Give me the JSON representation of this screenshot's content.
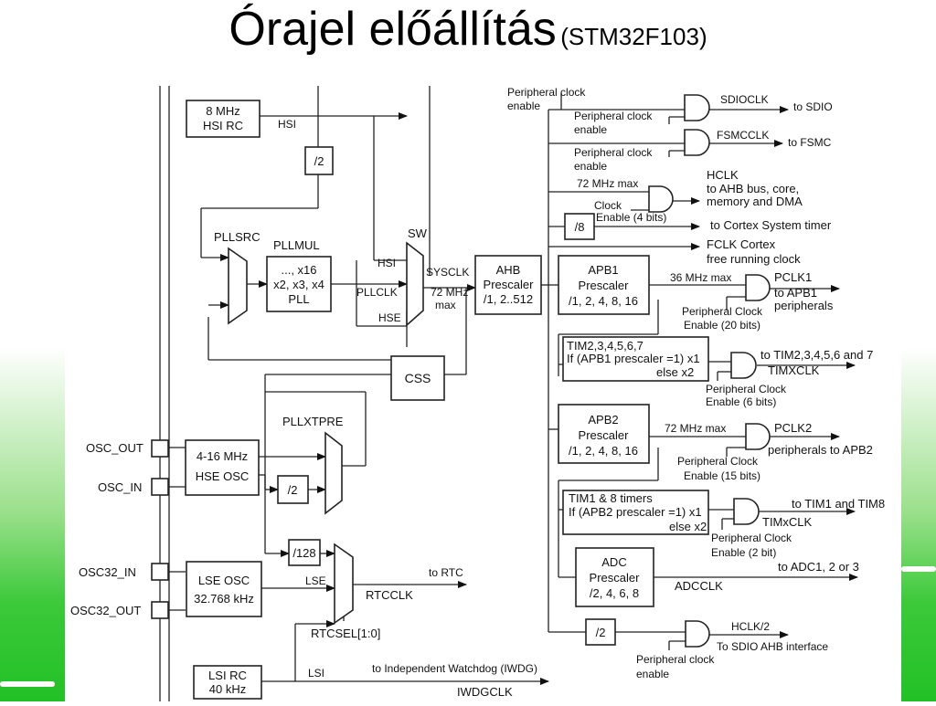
{
  "title": {
    "main": "Órajel előállítás",
    "sub": "(STM32F103)"
  },
  "diagram": {
    "hsi_rc": [
      "8 MHz",
      "HSI RC"
    ],
    "hsi_label": "HSI",
    "div2": "/2",
    "pllsrc": "PLLSRC",
    "pllmul_title": "PLLMUL",
    "pll_box": [
      "..., x16",
      "x2, x3, x4",
      "PLL"
    ],
    "sw": "SW",
    "mux_hsi": "HSI",
    "mux_pllclk": "PLLCLK",
    "mux_hse": "HSE",
    "sysclk": "SYSCLK",
    "sysclk_max": [
      "72 MHz",
      "max"
    ],
    "ahb_prescaler": [
      "AHB",
      "Prescaler",
      "/1, 2..512"
    ],
    "css": "CSS",
    "pllxtpre": "PLLXTPRE",
    "osc_out": "OSC_OUT",
    "osc_in": "OSC_IN",
    "hse_osc": [
      "4-16 MHz",
      "HSE OSC"
    ],
    "div128": "/128",
    "osc32_in": "OSC32_IN",
    "osc32_out": "OSC32_OUT",
    "lse_osc": [
      "LSE OSC",
      "32.768 kHz"
    ],
    "lse_label": "LSE",
    "to_rtc": "to RTC",
    "rtcclk": "RTCCLK",
    "rtcsel": "RTCSEL[1:0]",
    "lsi_rc": [
      "LSI RC",
      "40 kHz"
    ],
    "lsi_label": "LSI",
    "to_iwdg": "to Independent Watchdog (IWDG)",
    "iwdgclk": "IWDGCLK",
    "periph_enable_top": [
      "Peripheral clock",
      "enable"
    ],
    "periph_enable_sdio": [
      "Peripheral clock",
      "enable"
    ],
    "sdioclk": "SDIOCLK",
    "to_sdio": "to SDIO",
    "periph_enable_fsmc": [
      "Peripheral clock",
      "enable"
    ],
    "fsmcclk": "FSMCCLK",
    "to_fsmc": "to FSMC",
    "hclk_max": "72 MHz max",
    "clock_enable_4": [
      "Clock",
      "Enable (4 bits)"
    ],
    "hclk": [
      "HCLK",
      "to AHB bus, core,",
      "memory and DMA"
    ],
    "div8": "/8",
    "to_cortex_timer": "to Cortex System timer",
    "fclk": [
      "FCLK Cortex",
      "free running clock"
    ],
    "apb1_prescaler": [
      "APB1",
      "Prescaler",
      "/1, 2, 4, 8, 16"
    ],
    "apb1_max": "36 MHz max",
    "pclk1": [
      "PCLK1",
      "to APB1",
      "peripherals"
    ],
    "periph_enable_20": [
      "Peripheral Clock",
      "Enable (20 bits)"
    ],
    "tim2_box": [
      "TIM2,3,4,5,6,7",
      "If (APB1 prescaler =1) x1",
      "else  x2"
    ],
    "to_tim2": "to TIM2,3,4,5,6 and 7",
    "timxclk_1": "TIMXCLK",
    "periph_enable_6": [
      "Peripheral Clock",
      "Enable (6 bits)"
    ],
    "apb2_prescaler": [
      "APB2",
      "Prescaler",
      "/1, 2, 4, 8, 16"
    ],
    "apb2_max": "72 MHz max",
    "pclk2": [
      "PCLK2",
      "peripherals to APB2"
    ],
    "periph_enable_15": [
      "Peripheral Clock",
      "Enable (15 bits)"
    ],
    "tim1_box": [
      "TIM1 & 8 timers",
      "If (APB2 prescaler =1) x1",
      "else x2"
    ],
    "to_tim1": "to TIM1 and TIM8",
    "timxclk_2": "TIMxCLK",
    "periph_enable_2": [
      "Peripheral Clock",
      "Enable (2 bit)"
    ],
    "adc_prescaler": [
      "ADC",
      "Prescaler",
      "/2, 4, 6, 8"
    ],
    "to_adc": "to ADC1, 2 or 3",
    "adcclk": "ADCCLK",
    "div2_hclk": "/2",
    "hclk2": [
      "HCLK/2",
      "To SDIO AHB interface"
    ],
    "periph_enable_bottom": [
      "Peripheral clock",
      "enable"
    ]
  }
}
